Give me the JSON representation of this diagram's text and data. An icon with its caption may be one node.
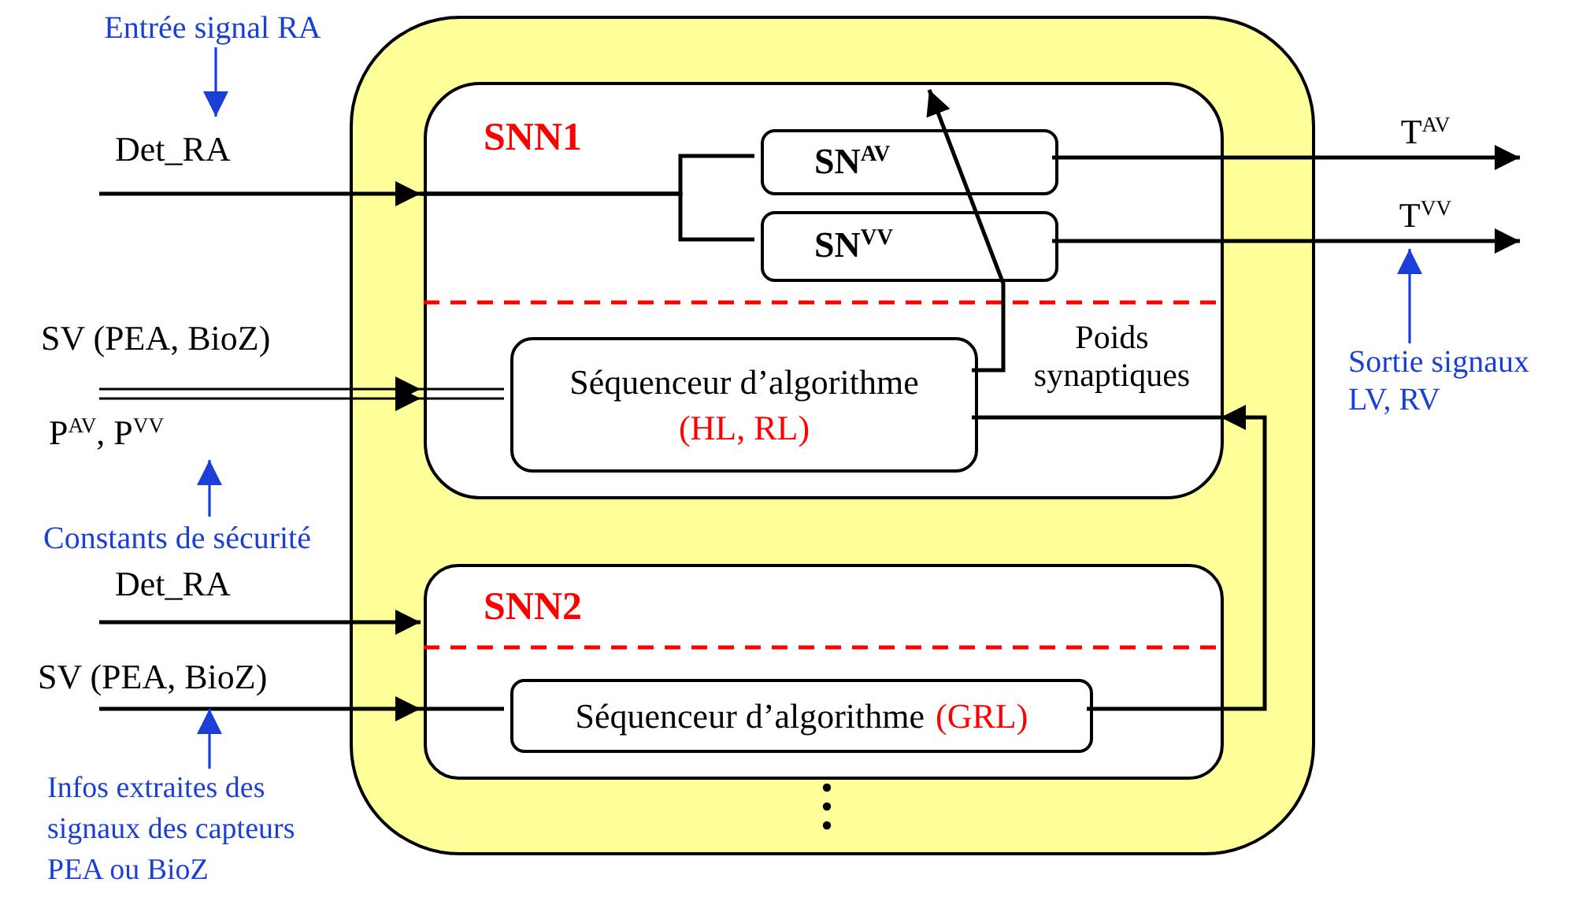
{
  "diagram": {
    "nodes": [
      {
        "text": [],
        "shape": "box"
      },
      {
        "text": [
          "SNN1"
        ],
        "in": 0
      },
      {
        "text": [
          "SN$^{AV}$"
        ],
        "in": 1
      },
      {
        "text": [
          "SN$^{VV}$"
        ],
        "in": 1
      },
      {
        "text": [
          "Séquenceur d’algorithme",
          "(HL, RL)"
        ],
        "in": 1
      },
      {
        "text": [
          "SNN2"
        ],
        "in": 0
      },
      {
        "text": [
          "Séquenceur d’algorithme",
          "(GRL)"
        ],
        "in": 5
      },
      {
        "text": [
          "Entrée signal RA"
        ]
      },
      {
        "text": [
          "Det_RA"
        ]
      },
      {
        "text": [
          "SV (PEA, BioZ)"
        ]
      },
      {
        "text": [
          "P$^{AV}$, P$^{VV}$"
        ]
      },
      {
        "text": [
          "Constants de sécurité"
        ]
      },
      {
        "text": [
          "Det_RA"
        ]
      },
      {
        "text": [
          "SV (PEA, BioZ)"
        ]
      },
      {
        "text": [
          "Infos extraites des signaux des capteurs PEA ou BioZ"
        ]
      },
      {
        "text": [
          "Sortie signaux LV, RV"
        ]
      }
    ],
    "edges": [
      {
        "from": 7,
        "to": 8,
        "arrow": "to",
        "color": "#1a3fd6"
      },
      {
        "from": 8,
        "to": 1,
        "arrow": "to"
      },
      {
        "from": 1,
        "to": 2,
        "arrow": "none"
      },
      {
        "from": 1,
        "to": 3,
        "arrow": "none"
      },
      {
        "from": 9,
        "to": 1,
        "arrow": "to"
      },
      {
        "from": 10,
        "to": 1,
        "arrow": "to"
      },
      {
        "from": 1,
        "to": 4,
        "arrow": "none"
      },
      {
        "from": 1,
        "to": 4,
        "arrow": "none"
      },
      {
        "from": 11,
        "to": 10,
        "arrow": "to",
        "color": "#1a3fd6"
      },
      {
        "from": 12,
        "to": 5,
        "arrow": "to"
      },
      {
        "from": 13,
        "to": 5,
        "arrow": "to"
      },
      {
        "from": 5,
        "to": 6,
        "arrow": "none"
      },
      {
        "from": 14,
        "to": 13,
        "arrow": "to",
        "color": "#1a3fd6"
      },
      {
        "from": 6,
        "to": 1,
        "arrow": "to"
      },
      {
        "from": 1,
        "to": 4,
        "arrow": "none",
        "label": "Poids synaptiques"
      },
      {
        "from": 4,
        "to": null,
        "arrow": "to"
      },
      {
        "from": 2,
        "to": null,
        "arrow": "to",
        "label": "T$^{AV}$"
      },
      {
        "from": 3,
        "to": null,
        "arrow": "to",
        "label": "T$^{VV}$"
      },
      {
        "from": 15,
        "to": null,
        "arrow": "to",
        "color": "#1a3fd6"
      }
    ]
  }
}
